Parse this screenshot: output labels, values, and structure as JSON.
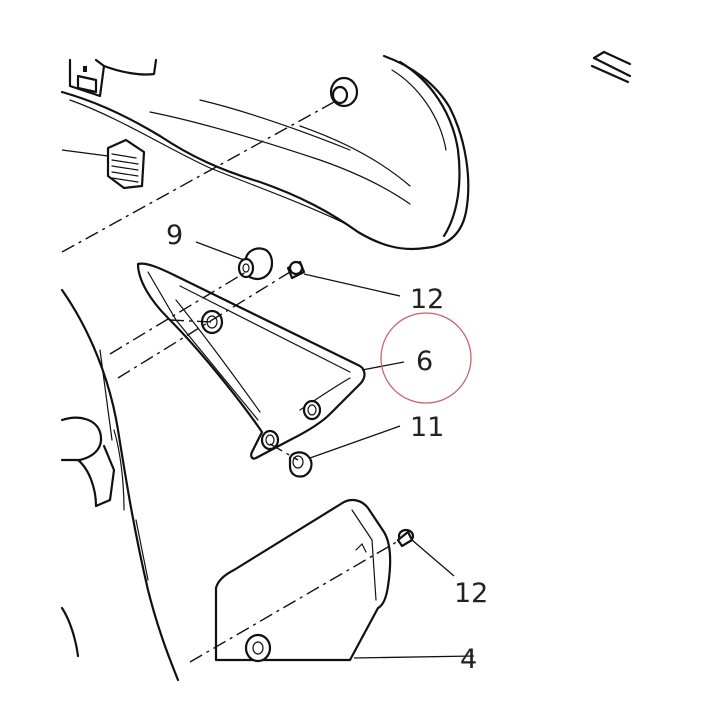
{
  "diagram": {
    "callouts": [
      {
        "id": "c9",
        "label": "9"
      },
      {
        "id": "c12a",
        "label": "12"
      },
      {
        "id": "c6",
        "label": "6"
      },
      {
        "id": "c11",
        "label": "11"
      },
      {
        "id": "c12b",
        "label": "12"
      },
      {
        "id": "c4",
        "label": "4"
      }
    ],
    "highlight_color": "#c8646e"
  }
}
